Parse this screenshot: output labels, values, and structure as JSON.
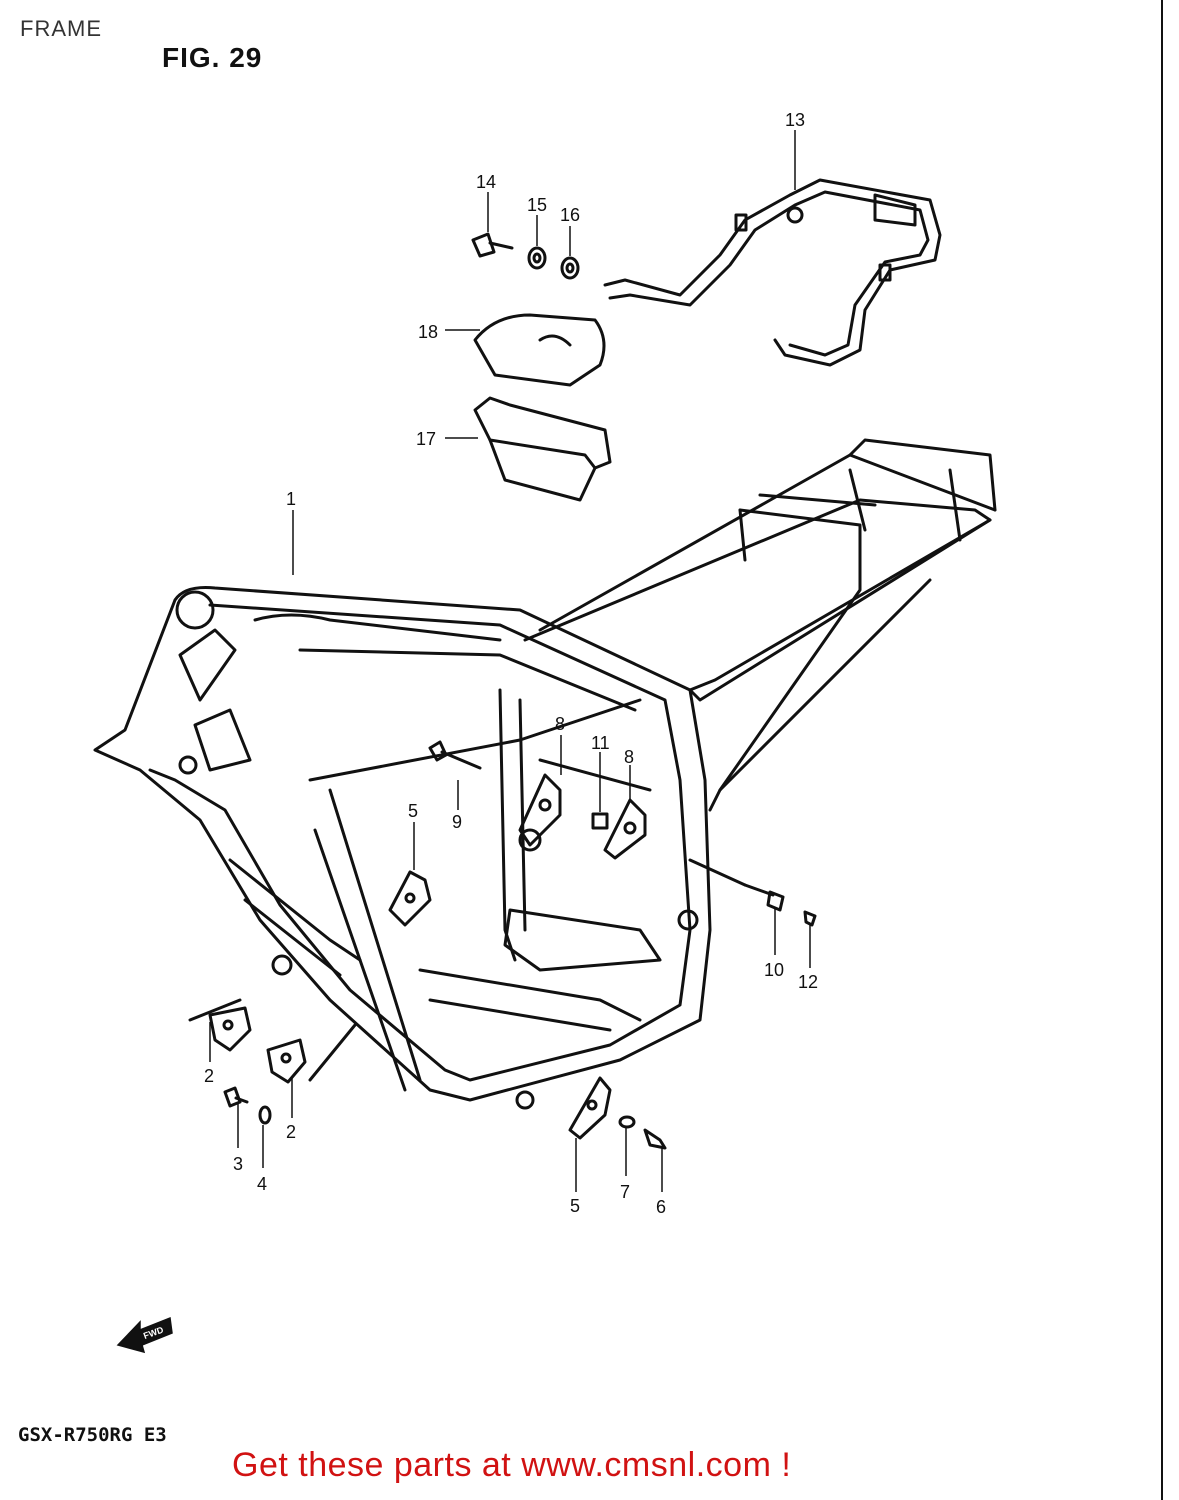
{
  "header": {
    "section_title": "FRAME",
    "figure_label": "FIG. 29"
  },
  "model": "GSX-R750RG E3",
  "footer": {
    "link_text": "Get these parts at www.cmsnl.com !"
  },
  "arrow_label": "FWD",
  "callouts": {
    "c1": "1",
    "c2a": "2",
    "c2b": "2",
    "c3": "3",
    "c4": "4",
    "c5a": "5",
    "c5b": "5",
    "c6": "6",
    "c7": "7",
    "c8a": "8",
    "c8b": "8",
    "c9": "9",
    "c10": "10",
    "c11": "11",
    "c12": "12",
    "c13": "13",
    "c14": "14",
    "c15": "15",
    "c16": "16",
    "c17": "17",
    "c18": "18"
  }
}
